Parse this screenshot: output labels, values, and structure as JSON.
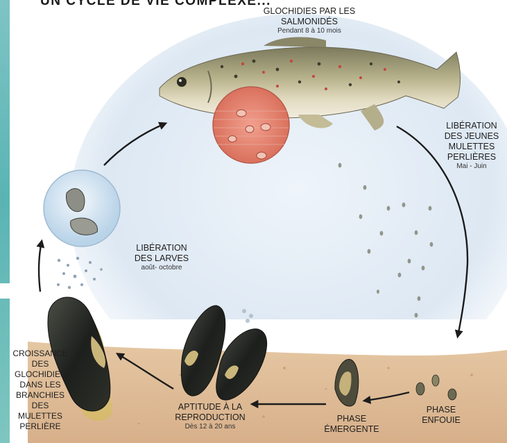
{
  "title": "UN CYCLE DE VIE COMPLEXE...",
  "stages": {
    "glochidies": {
      "line1": "GLOCHIDIES PAR LES",
      "line2": "SALMONIDÉS",
      "duration": "Pendant 8 à 10 mois"
    },
    "liberation_jeunes": {
      "lines": [
        "LIBÉRATION",
        "DES JEUNES",
        "MULETTES",
        "PERLIÈRES"
      ],
      "period": "Mai - Juin"
    },
    "phase_enfouie": {
      "line1": "PHASE",
      "line2": "ENFOUIE"
    },
    "phase_emergente": {
      "line1": "PHASE",
      "line2": "ÉMERGENTE"
    },
    "aptitude": {
      "line1": "APTITUDE À LA",
      "line2": "REPRODUCTION",
      "duration": "Dès 12 à 20 ans"
    },
    "croissance": {
      "lines": [
        "CROISSANCE",
        "DES",
        "GLOCHIDIES",
        "DANS LES",
        "BRANCHIES",
        "DES",
        "MULETTES",
        "PERLIÈRE"
      ]
    },
    "liberation_larves": {
      "line1": "LIBÉRATION",
      "line2": "DES LARVES",
      "period": "août- octobre"
    }
  },
  "colors": {
    "band": "#5ab4b4",
    "water": "#dde8f3",
    "sediment": "#d9b48c",
    "arrow": "#1c1c1c",
    "gill_disc": "#e98c7a"
  }
}
